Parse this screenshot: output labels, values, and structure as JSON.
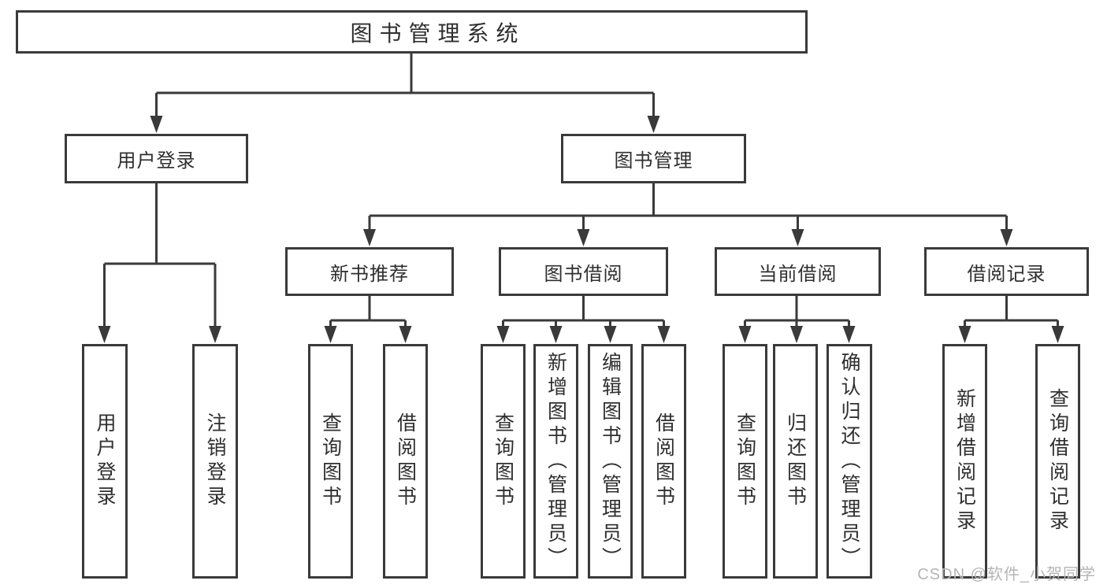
{
  "tree": {
    "label": "图书管理系统",
    "children": [
      {
        "label": "用户登录",
        "children": [
          {
            "label": "用户登录"
          },
          {
            "label": "注销登录"
          }
        ]
      },
      {
        "label": "图书管理",
        "children": [
          {
            "label": "新书推荐",
            "children": [
              {
                "label": "查询图书"
              },
              {
                "label": "借阅图书"
              }
            ]
          },
          {
            "label": "图书借阅",
            "children": [
              {
                "label": "查询图书"
              },
              {
                "label": "新增图书（管理员）"
              },
              {
                "label": "编辑图书（管理员）"
              },
              {
                "label": "借阅图书"
              }
            ]
          },
          {
            "label": "当前借阅",
            "children": [
              {
                "label": "查询图书"
              },
              {
                "label": "归还图书"
              },
              {
                "label": "确认归还（管理员）"
              }
            ]
          },
          {
            "label": "借阅记录",
            "children": [
              {
                "label": "新增借阅记录"
              },
              {
                "label": "查询借阅记录"
              }
            ]
          }
        ]
      }
    ]
  },
  "watermark": {
    "text": "CSDN @软件_小贺同学"
  },
  "colors": {
    "line": "#3a3a3a",
    "text": "#2f2f2f",
    "watermark": "#b5b5b5",
    "background": "#ffffff"
  }
}
